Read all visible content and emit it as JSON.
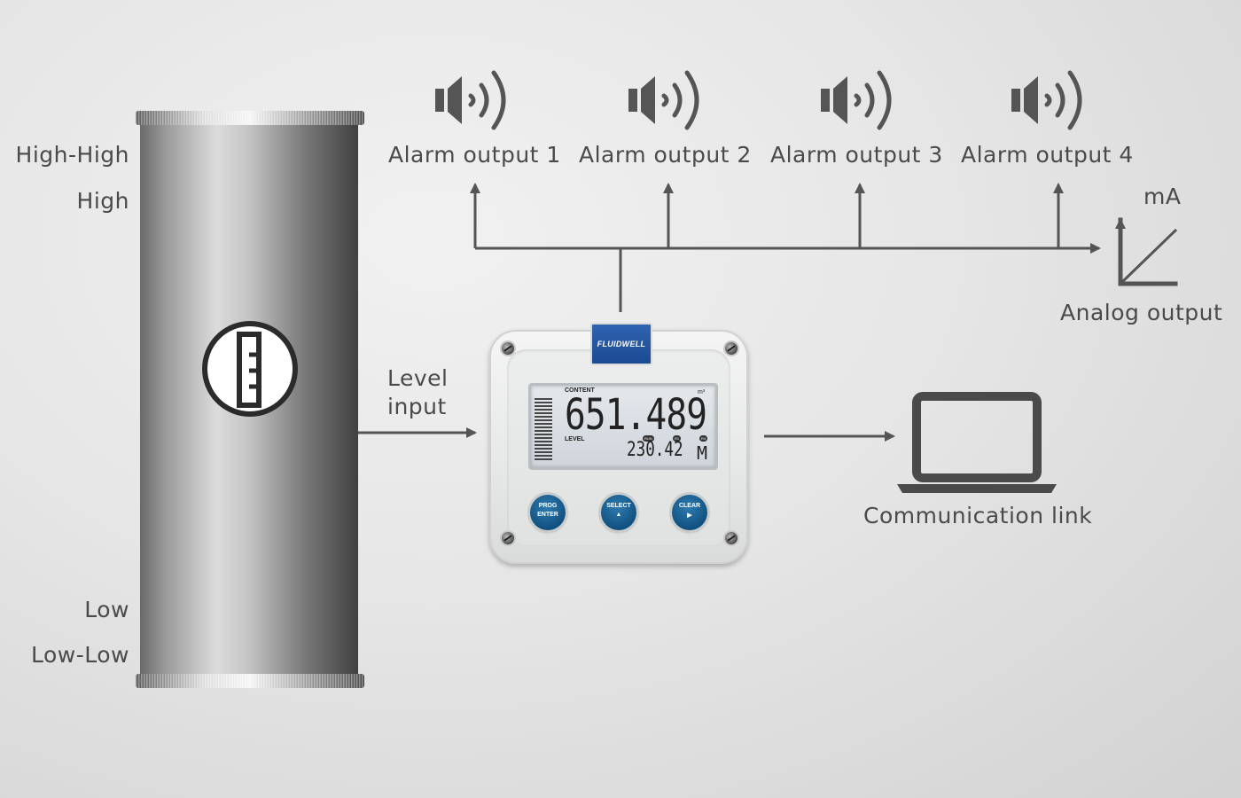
{
  "tank_levels": {
    "high_high": "High-High",
    "high": "High",
    "low": "Low",
    "low_low": "Low-Low"
  },
  "alarms": [
    {
      "label": "Alarm output 1"
    },
    {
      "label": "Alarm output 2"
    },
    {
      "label": "Alarm output 3"
    },
    {
      "label": "Alarm output 4"
    }
  ],
  "analog": {
    "unit": "mA",
    "label": "Analog output"
  },
  "input": {
    "line1": "Level",
    "line2": "input"
  },
  "communication": {
    "label": "Communication link"
  },
  "meter": {
    "brand": "FLUIDWELL",
    "caption_top": "CONTENT",
    "caption_bottom": "LEVEL",
    "unit_sup": "m³",
    "main_value": "651.489",
    "sub_value": "230.42",
    "sub_unit": "M",
    "indicators": [
      "RUN",
      "R1",
      "R4"
    ],
    "buttons": [
      {
        "top": "PROG",
        "bottom": "ENTER"
      },
      {
        "top": "SELECT",
        "bottom": "▲"
      },
      {
        "top": "CLEAR",
        "bottom": "▶"
      }
    ]
  },
  "colors": {
    "line": "#555555",
    "text": "#4a4a4a",
    "button": "#15598a",
    "brand": "#1f4d96"
  }
}
